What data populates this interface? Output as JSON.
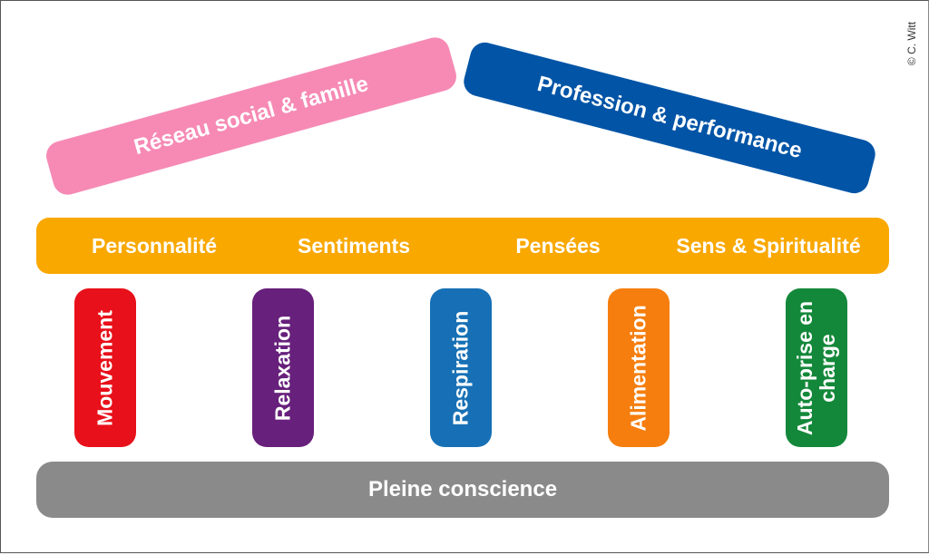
{
  "copyright": "© C. Witt",
  "roof": [
    {
      "label": "Réseau social & famille",
      "color": "#F68AB5"
    },
    {
      "label": "Profession & performance",
      "color": "#0154A6"
    }
  ],
  "beam": {
    "color": "#F9A800",
    "items": [
      "Personnalité",
      "Sentiments",
      "Pensées",
      "Sens & Spiritualité"
    ]
  },
  "pillars": [
    {
      "label": "Mouvement",
      "color": "#E8101A"
    },
    {
      "label": "Relaxation",
      "color": "#67207B"
    },
    {
      "label": "Respiration",
      "color": "#1770B5"
    },
    {
      "label": "Alimentation",
      "color": "#F57E0E"
    },
    {
      "label": "Auto-prise en charge",
      "color": "#14883A"
    }
  ],
  "base": {
    "label": "Pleine conscience",
    "color": "#8A8A8A"
  }
}
